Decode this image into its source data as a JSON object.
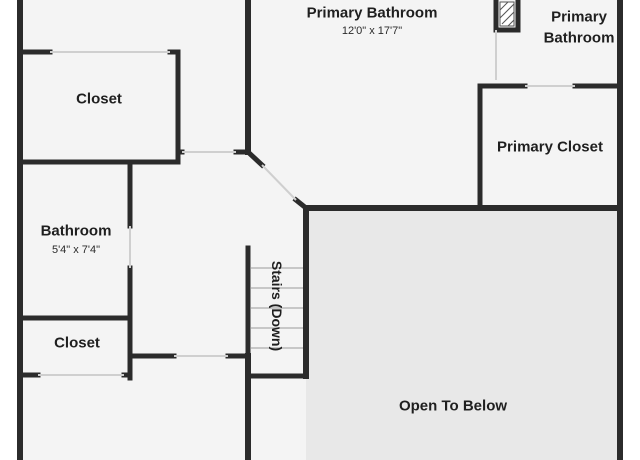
{
  "rooms": {
    "primary_bathroom": {
      "name": "Primary Bathroom",
      "dimensions": "12'0\" x 17'7\""
    },
    "primary_bathroom_2": {
      "name_line1": "Primary",
      "name_line2": "Bathroom"
    },
    "primary_closet": {
      "name": "Primary Closet"
    },
    "closet_upper": {
      "name": "Closet"
    },
    "bathroom": {
      "name": "Bathroom",
      "dimensions": "5'4\" x 7'4\""
    },
    "closet_lower": {
      "name": "Closet"
    },
    "stairs": {
      "name": "Stairs (Down)"
    },
    "open_to_below": {
      "name": "Open To Below"
    }
  },
  "colors": {
    "wall": "#2b2b2b",
    "floor": "#f4f4f4",
    "open_area": "#e8e8e8",
    "door_gap": "#ffffff"
  }
}
